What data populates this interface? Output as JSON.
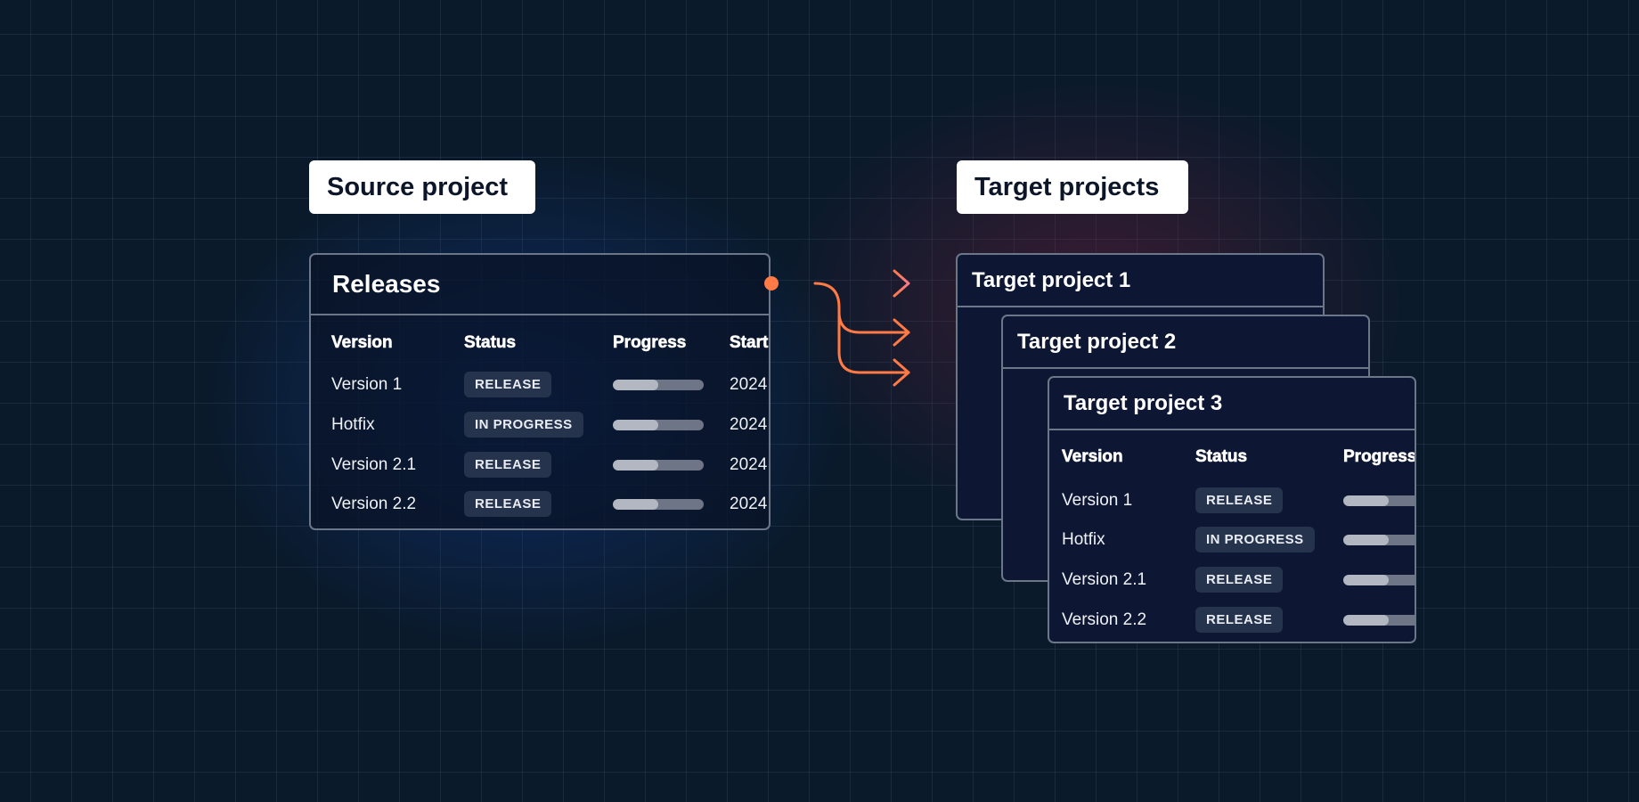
{
  "source": {
    "label": "Source project",
    "card": {
      "title": "Releases",
      "columns": [
        "Version",
        "Status",
        "Progress",
        "Start"
      ],
      "rows": [
        {
          "version": "Version 1",
          "status": "RELEASE",
          "progress": 0.5,
          "start": "2024"
        },
        {
          "version": "Hotfix",
          "status": "IN PROGRESS",
          "progress": 0.5,
          "start": "2024"
        },
        {
          "version": "Version 2.1",
          "status": "RELEASE",
          "progress": 0.5,
          "start": "2024"
        },
        {
          "version": "Version 2.2",
          "status": "RELEASE",
          "progress": 0.5,
          "start": "2024"
        }
      ]
    }
  },
  "target": {
    "label": "Target projects",
    "cards": [
      {
        "title": "Target project 1"
      },
      {
        "title": "Target project 2"
      },
      {
        "title": "Target project 3"
      }
    ],
    "columns": [
      "Version",
      "Status",
      "Progress"
    ],
    "rows": [
      {
        "version": "Version 1",
        "status": "RELEASE",
        "progress": 0.5
      },
      {
        "version": "Hotfix",
        "status": "IN PROGRESS",
        "progress": 0.5
      },
      {
        "version": "Version 2.1",
        "status": "RELEASE",
        "progress": 0.5
      },
      {
        "version": "Version 2.2",
        "status": "RELEASE",
        "progress": 0.5
      }
    ]
  },
  "colors": {
    "arrow": "#ff7a45",
    "arrow_tip": "#f47a8a",
    "background": "#0a1a2b"
  }
}
